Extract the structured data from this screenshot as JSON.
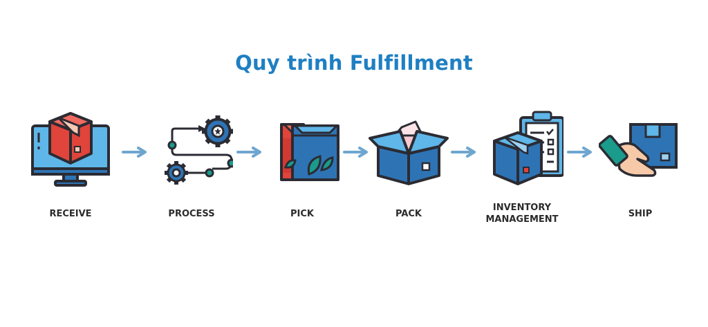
{
  "title": "Quy trình Fulfillment",
  "steps": [
    {
      "label": "RECEIVE",
      "icon": "monitor-box-icon"
    },
    {
      "label": "PROCESS",
      "icon": "gear-process-icon"
    },
    {
      "label": "PICK",
      "icon": "bags-icon"
    },
    {
      "label": "PACK",
      "icon": "open-box-icon"
    },
    {
      "label": "INVENTORY MANAGEMENT",
      "icon": "clipboard-box-icon"
    },
    {
      "label": "SHIP",
      "icon": "hand-box-icon"
    }
  ],
  "colors": {
    "title": "#1f7fc3",
    "arrow": "#6ea6cf",
    "blue": "#2e74b5",
    "red": "#e0443a",
    "outline": "#2b2b33"
  }
}
